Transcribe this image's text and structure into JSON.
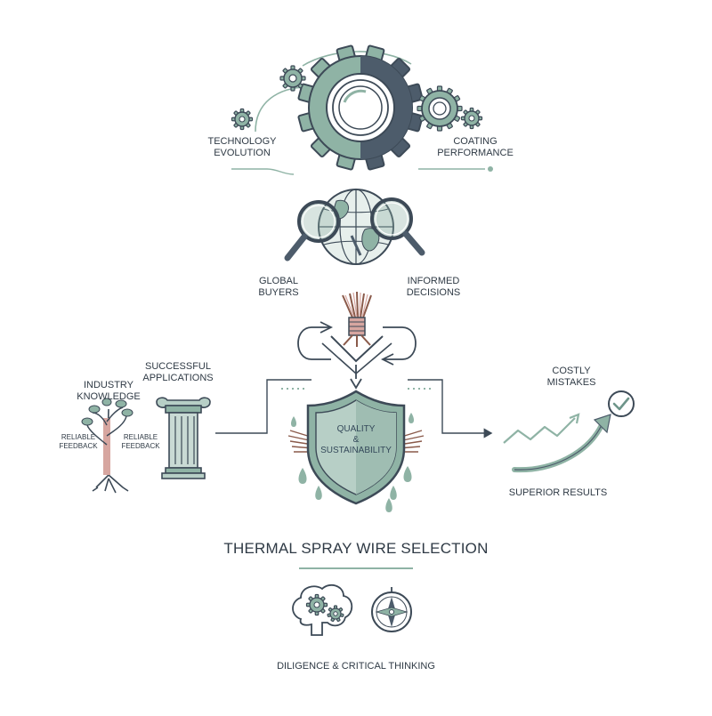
{
  "labels": {
    "technology_evolution": "TECHNOLOGY\nEVOLUTION",
    "coating_performance": "COATING\nPERFORMANCE",
    "global_buyers": "GLOBAL\nBUYERS",
    "informed_decisions": "INFORMED\nDECISIONS",
    "successful_applications": "SUCCESSFUL\nAPPLICATIONS",
    "industry_knowledge": "INDUSTRY\nKNOWLEDGE",
    "reliable_feedback_left": "RELIABLE\nFEEDBACK",
    "reliable_feedback_right": "RELIABLE\nFEEDBACK",
    "quality_sustainability": "QUALITY\n&\nSUSTAINABILITY",
    "costly_mistakes": "COSTLY\nMISTAKES",
    "superior_results": "SUPERIOR RESULTS",
    "title": "THERMAL SPRAY WIRE SELECTION",
    "diligence": "DILIGENCE & CRITICAL THINKING"
  },
  "icons": {
    "main_gear": "gear-icon",
    "small_gears": "gear-icon",
    "globe": "globe-icon",
    "magnifiers": "magnifying-glass-icon",
    "wire_bundle": "wire-bundle-icon",
    "shield": "shield-icon",
    "pillar": "pillar-icon",
    "tree": "tree-icon",
    "trend": "trend-arrow-icon",
    "check": "check-circle-icon",
    "brain": "brain-gears-icon",
    "compass": "compass-icon"
  },
  "colors": {
    "sage": "#8fb3a5",
    "sage_dark": "#6e958a",
    "slate": "#4d5c6b",
    "line": "#3d4a57",
    "accent_brown": "#8a5a4a",
    "accent_pink": "#d7a6a0"
  }
}
